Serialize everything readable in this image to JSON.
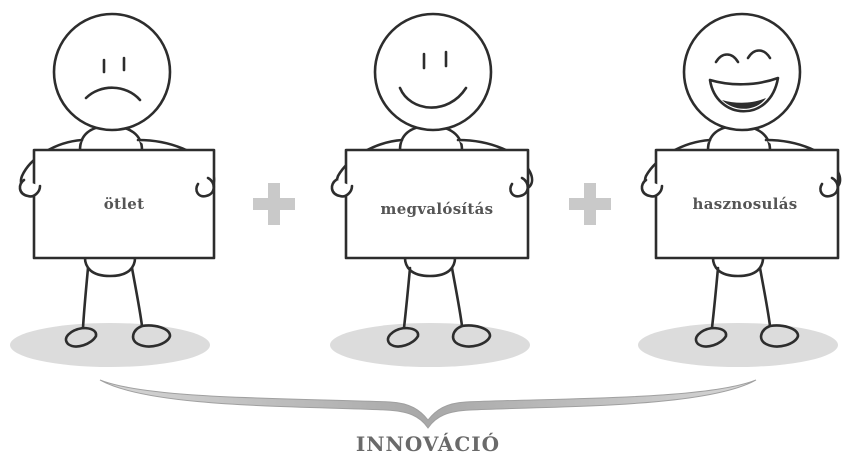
{
  "figures": [
    {
      "sign_label": "ötlet",
      "face": "sad"
    },
    {
      "sign_label": "megvalósítás",
      "face": "smile"
    },
    {
      "sign_label": "hasznosulás",
      "face": "laugh"
    }
  ],
  "operators": [
    "plus-icon",
    "plus-icon"
  ],
  "brace_label": "INNOVÁCIÓ",
  "colors": {
    "ink": "#2d2d2d",
    "plus": "#c9c9c9",
    "shadow": "#dcdcdc",
    "label_text": "#555555",
    "brace": "#b5b5b5"
  }
}
